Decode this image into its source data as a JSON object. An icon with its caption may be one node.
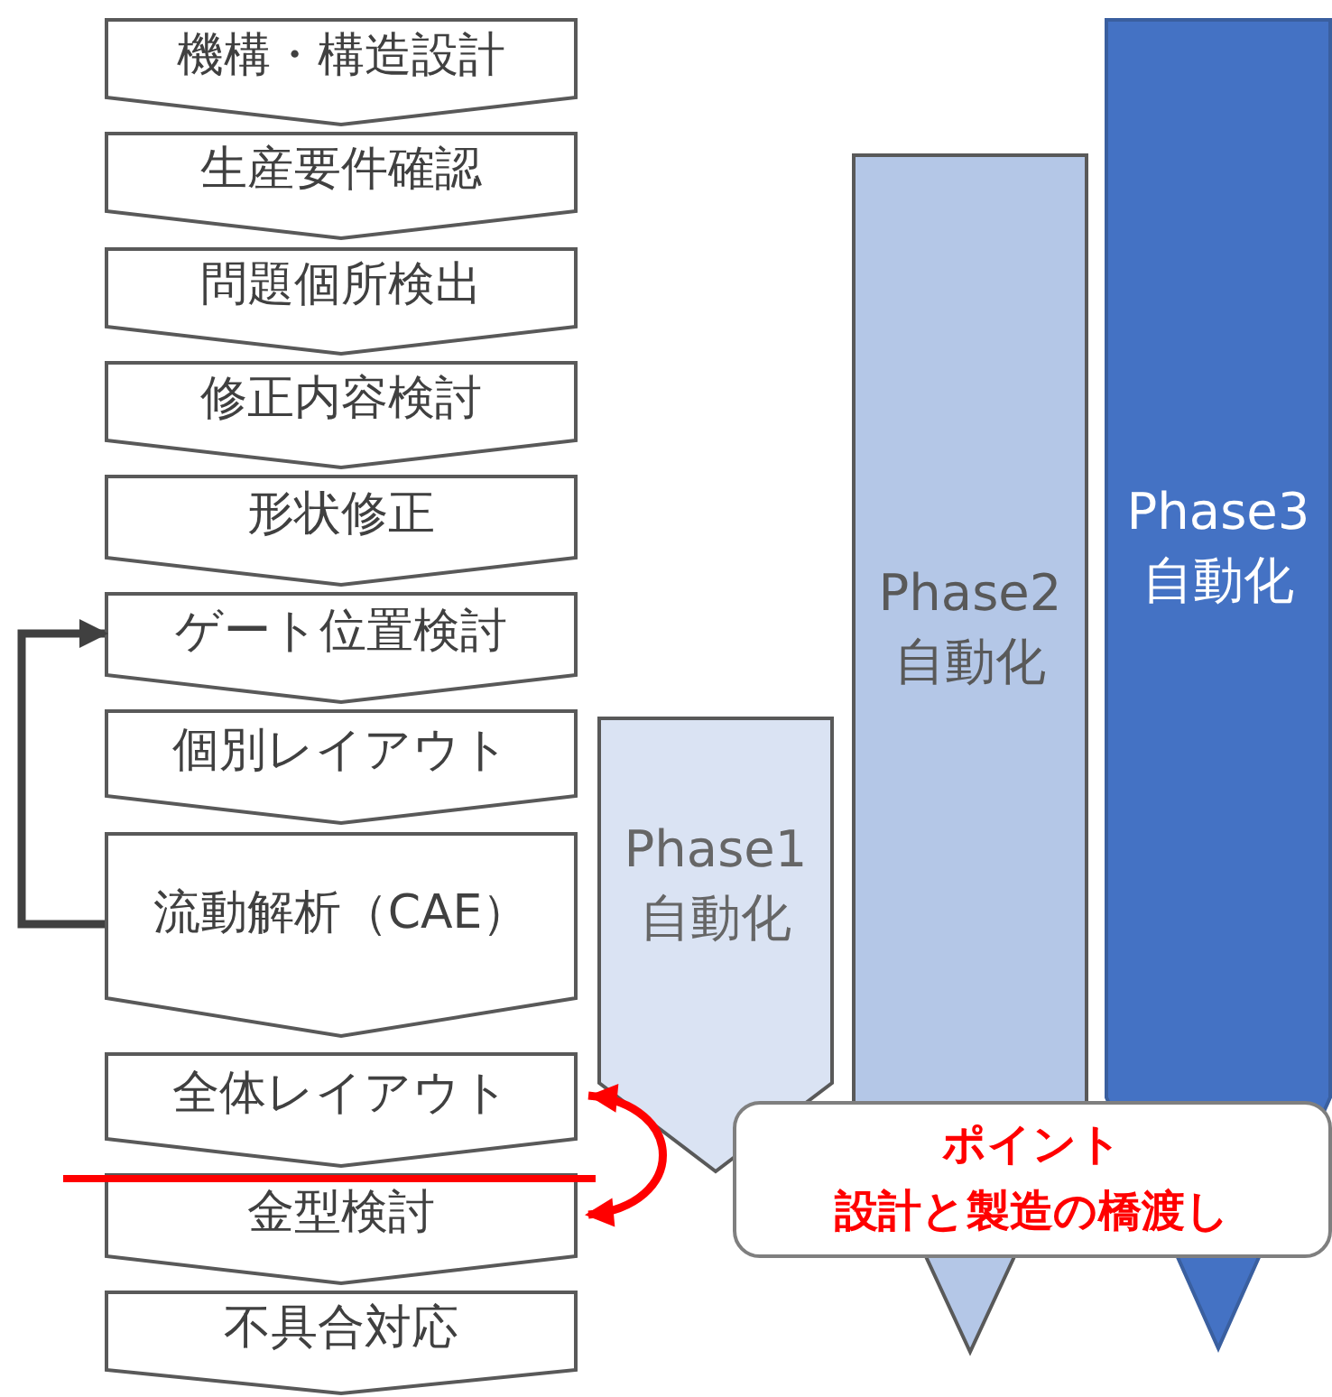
{
  "diagram": {
    "nodes": [
      {
        "text": [
          "機構・構造設計"
        ]
      },
      {
        "text": [
          "生産要件確認"
        ]
      },
      {
        "text": [
          "問題個所検出"
        ]
      },
      {
        "text": [
          "修正内容検討"
        ]
      },
      {
        "text": [
          "形状修正"
        ]
      },
      {
        "text": [
          "ゲート位置検討"
        ]
      },
      {
        "text": [
          "個別レイアウト"
        ]
      },
      {
        "text": [
          "流動解析（CAE）"
        ]
      },
      {
        "text": [
          "全体レイアウト"
        ]
      },
      {
        "text": [
          "金型検討"
        ]
      },
      {
        "text": [
          "不具合対応"
        ]
      },
      {
        "text": [
          "Phase1",
          "自動化"
        ]
      },
      {
        "text": [
          "Phase2",
          "自動化"
        ]
      },
      {
        "text": [
          "Phase3",
          "自動化"
        ]
      },
      {
        "text": [
          "ポイント",
          "設計と製造の橋渡し"
        ]
      }
    ],
    "edges": [
      {
        "from": 7,
        "to": 5,
        "arrow": "to",
        "color": "#404040"
      },
      {
        "from": 8,
        "to": 9,
        "arrow": "both",
        "color": "#ff0000"
      }
    ]
  }
}
